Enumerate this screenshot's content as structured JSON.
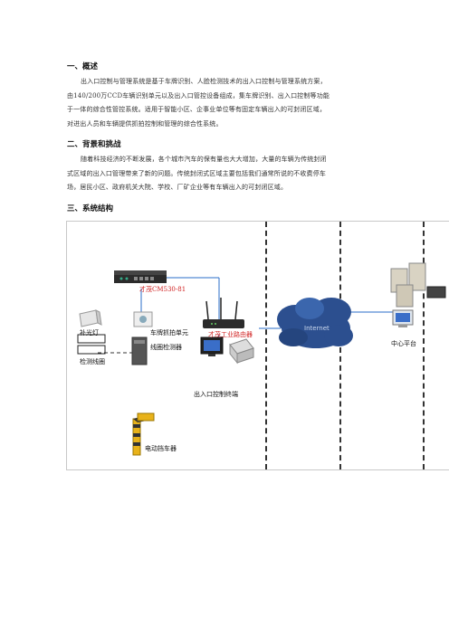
{
  "sections": [
    {
      "heading": "一、概述",
      "lines": [
        "出入口控制与管理系统是基于车牌识别、人脸检测技术的出入口控制与管理系统方案，",
        "由140/200万CCD车辆识别单元以及出入口管控设备组成，集车牌识别、出入口控制等功能",
        "于一体的综合性管控系统。适用于智能小区、企事业单位等有固定车辆出入的可封闭区域，",
        "对进出人员和车辆提供抓拍控制和管理的综合性系统。"
      ]
    },
    {
      "heading": "二、背景和挑战",
      "lines": [
        "随着科技经济的不断发展，各个城市汽车的保有量也大大增加，大量的车辆为传统封闭",
        "式区域的出入口管理带来了新的问题。传统封闭式区域主要包括我们通常所说的不收费停车",
        "场，居民小区、政府机关大院、学校、厂矿企业等有车辆出入的可封闭区域。"
      ]
    },
    {
      "heading": "三、系统结构",
      "lines": []
    }
  ],
  "diagram": {
    "labels": {
      "nvr": "才茂CM530-81",
      "router": "才茂工业路由器",
      "fill_light": "补光灯",
      "capture_unit": "车牌抓拍单元",
      "loop_detector": "线圈检测器",
      "detect_coil": "检测线圈",
      "gate": "电动挡车器",
      "terminal": "出入口控制终端",
      "cloud_text": "Internet",
      "center": "中心平台"
    },
    "colors": {
      "red_label": "#d02020",
      "link_line": "#2a6cc8",
      "cloud": "#2c4f8f",
      "barrier_yellow": "#e8b21a"
    }
  }
}
